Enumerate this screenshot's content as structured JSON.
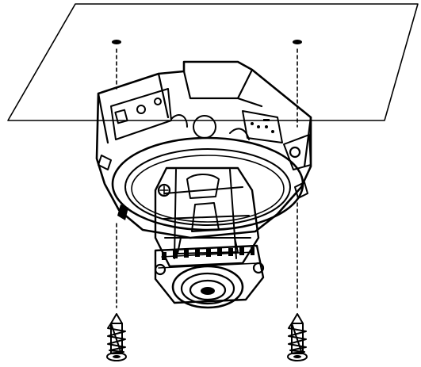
{
  "figure": {
    "colors": {
      "ink": "#000000",
      "paper": "#ffffff"
    },
    "parts": [
      {
        "name": "ceiling-panel",
        "icon": "ceiling-plane"
      },
      {
        "name": "screw-hole",
        "count": 2
      },
      {
        "name": "dome-camera-base",
        "icon": "camera-housing"
      },
      {
        "name": "camera-lens-module",
        "icon": "lens"
      },
      {
        "name": "mounting-screw",
        "count": 2,
        "icon": "screw"
      }
    ]
  }
}
